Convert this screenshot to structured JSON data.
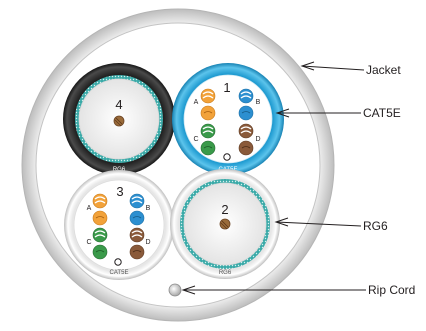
{
  "callouts": {
    "jacket": "Jacket",
    "cat5e": "CAT5E",
    "rg6": "RG6",
    "rip_cord": "Rip Cord"
  },
  "cables": {
    "rg6_top": {
      "number": "4",
      "type_label": "RG6"
    },
    "cat5e_top": {
      "number": "1",
      "type_label": "CAT5E"
    },
    "cat5e_bottom": {
      "number": "3",
      "type_label": "CAT5E"
    },
    "rg6_bottom": {
      "number": "2",
      "type_label": "RG6"
    }
  },
  "pairs": {
    "a": "A",
    "b": "B",
    "c": "C",
    "d": "D"
  },
  "colors": {
    "jacket": "#d9d9d9",
    "cat5e_top_jacket": "#2aa8d8",
    "rg6_top_jacket": "#2b2b2b",
    "white_jacket": "#eeeeee",
    "shield": "#3aaaa8",
    "pair_orange": "#f2a23a",
    "pair_blue": "#2c8fd0",
    "pair_green": "#3a9a4a",
    "pair_brown": "#8a5a3a",
    "center_conductor": "#9a6b3a"
  }
}
